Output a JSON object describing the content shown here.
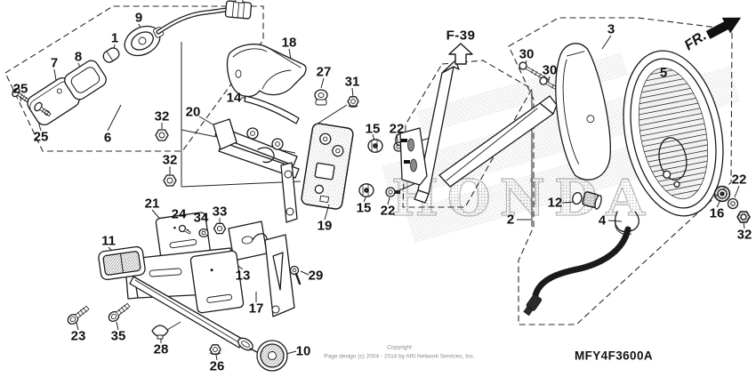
{
  "diagram": {
    "code": "MFY4F3600A",
    "section_ref": "F-39",
    "direction_label": "FR.",
    "watermark": "HONDA",
    "copyright_line1": "Copyright",
    "copyright_line2": "Page design (c) 2004 - 2014 by ARI Network Services, Inc."
  },
  "callouts": {
    "c1": "1",
    "c2": "2",
    "c3": "3",
    "c4": "4",
    "c5": "5",
    "c6": "6",
    "c7": "7",
    "c8": "8",
    "c9": "9",
    "c10": "10",
    "c11": "11",
    "c12": "12",
    "c13": "13",
    "c14": "14",
    "c15a": "15",
    "c15b": "15",
    "c16": "16",
    "c17": "17",
    "c18": "18",
    "c19": "19",
    "c20": "20",
    "c21": "21",
    "c22a": "22",
    "c22b": "22",
    "c22c": "22",
    "c23": "23",
    "c24": "24",
    "c25a": "25",
    "c25b": "25",
    "c26": "26",
    "c27": "27",
    "c28": "28",
    "c29": "29",
    "c30a": "30",
    "c30b": "30",
    "c31": "31",
    "c32a": "32",
    "c32b": "32",
    "c32c": "32",
    "c33": "33",
    "c34": "34",
    "c35": "35"
  },
  "colors": {
    "line": "#1a1a1a",
    "watermark_stroke": "#b0b0b0",
    "speckle": "#cfcfcf",
    "copyright_text": "#8a8a8a"
  }
}
